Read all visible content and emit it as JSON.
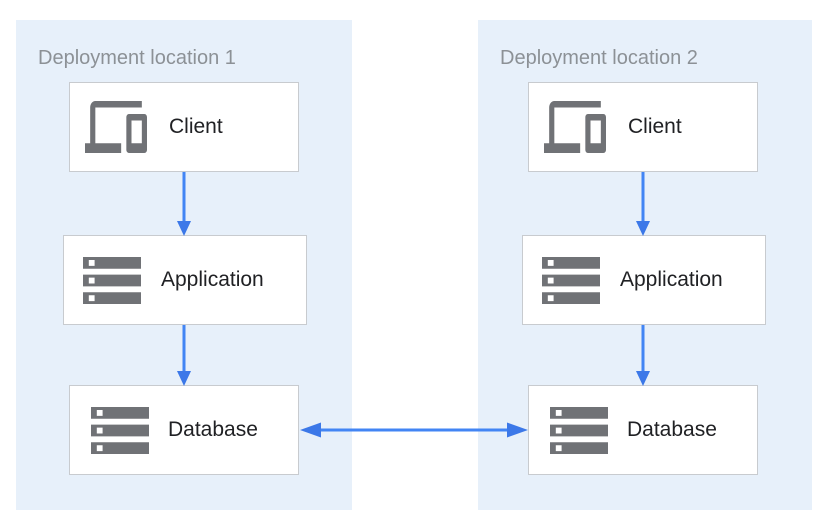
{
  "diagram": {
    "regions": [
      {
        "label": "Deployment location 1",
        "nodes": [
          {
            "label": "Client",
            "icon": "devices-icon"
          },
          {
            "label": "Application",
            "icon": "storage-icon"
          },
          {
            "label": "Database",
            "icon": "storage-icon"
          }
        ]
      },
      {
        "label": "Deployment location 2",
        "nodes": [
          {
            "label": "Client",
            "icon": "devices-icon"
          },
          {
            "label": "Application",
            "icon": "storage-icon"
          },
          {
            "label": "Database",
            "icon": "storage-icon"
          }
        ]
      }
    ],
    "connections": [
      {
        "from": "Client (location 1)",
        "to": "Application (location 1)",
        "direction": "one-way"
      },
      {
        "from": "Application (location 1)",
        "to": "Database (location 1)",
        "direction": "one-way"
      },
      {
        "from": "Client (location 2)",
        "to": "Application (location 2)",
        "direction": "one-way"
      },
      {
        "from": "Application (location 2)",
        "to": "Database (location 2)",
        "direction": "one-way"
      },
      {
        "from": "Database (location 1)",
        "to": "Database (location 2)",
        "direction": "two-way"
      }
    ],
    "colors": {
      "region_background": "#E7F0FA",
      "node_background": "#FFFFFF",
      "node_border": "#C8CBCF",
      "icon_gray": "#707276",
      "arrow_blue": "#4285F4",
      "region_label_gray": "#8C9196",
      "node_label_color": "#202124"
    }
  }
}
